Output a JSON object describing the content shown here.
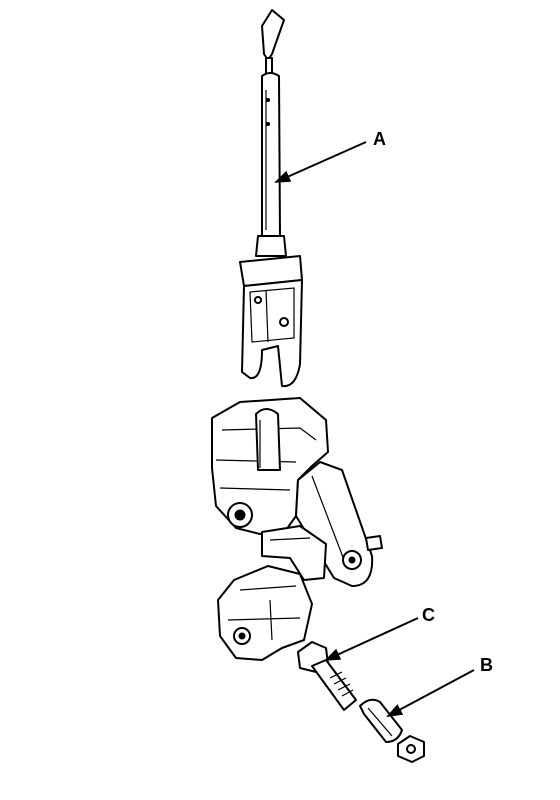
{
  "colors": {
    "line": "#000000",
    "background": "#ffffff"
  },
  "callouts": {
    "a": "A",
    "b": "B",
    "c": "C"
  }
}
